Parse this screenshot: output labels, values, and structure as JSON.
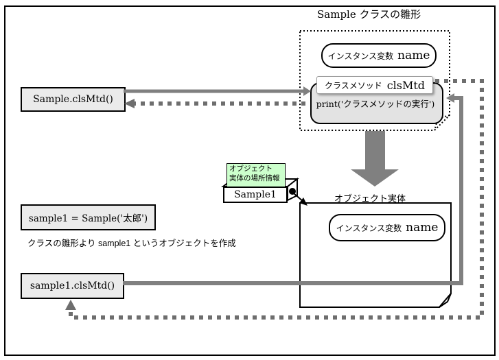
{
  "title": "Sample クラスの雛形",
  "class_template": {
    "instance_var_label": "インスタンス変数",
    "instance_var_name": "name",
    "class_method_label": "クラスメソッド",
    "class_method_name": "clsMtd",
    "method_body": "print('クラスメソッドの実行')"
  },
  "calls": {
    "class_call": "Sample.clsMtd()",
    "constructor_call": "sample1 = Sample('太郎')",
    "instance_call": "sample1.clsMtd()"
  },
  "caption": "クラスの雛形より sample1 というオブジェクトを作成",
  "reference": {
    "note_line1": "オブジェクト",
    "note_line2": "実体の場所情報",
    "variable_name": "Sample1"
  },
  "object_entity": {
    "label": "オブジェクト実体",
    "instance_var_label": "インスタンス変数",
    "instance_var_name": "name"
  },
  "colors": {
    "solid_arrow": "#808080",
    "dashed_arrow": "#6e6e6e",
    "note_bg": "#ccffcc",
    "code_box_bg": "#ebebeb",
    "method_box_bg": "#e3e3e3"
  }
}
